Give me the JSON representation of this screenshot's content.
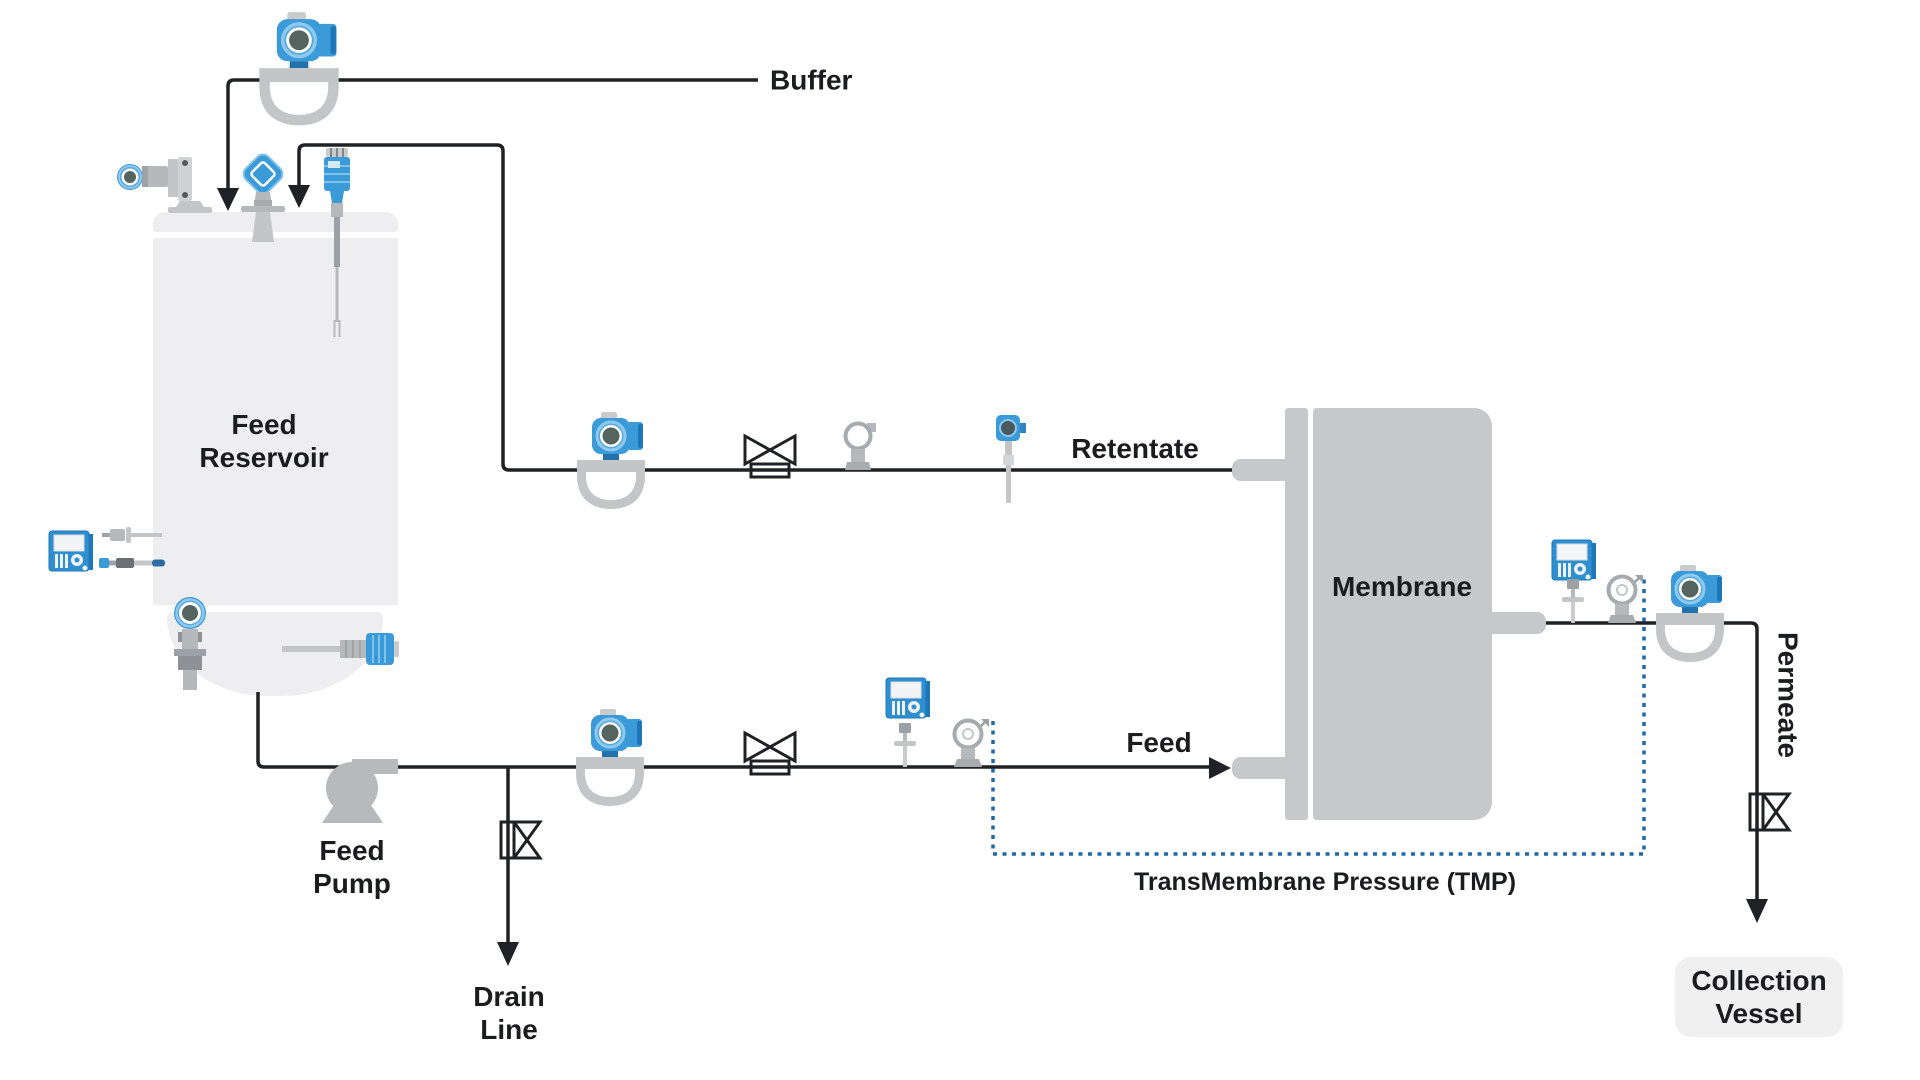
{
  "diagram": {
    "labels": {
      "buffer": "Buffer",
      "feed_reservoir": [
        "Feed",
        "Reservoir"
      ],
      "feed_pump": [
        "Feed",
        "Pump"
      ],
      "drain_line": [
        "Drain",
        "Line"
      ],
      "retentate": "Retentate",
      "feed": "Feed",
      "membrane": "Membrane",
      "permeate": "Permeate",
      "tmp": "TransMembrane Pressure (TMP)",
      "collection_vessel": [
        "Collection",
        "Vessel"
      ]
    },
    "colors": {
      "pipe_line": "#1f2124",
      "instrument_blue": "#3b9ad8",
      "instrument_blue_dark": "#1d77b8",
      "metal_gray": "#c3c5c7",
      "tank_fill": "#eeeef0",
      "membrane_fill": "#c6c8ca",
      "vessel_fill": "#f0f0f1",
      "tmp_dashed_blue": "#2068a8",
      "text": "#1b1c1e"
    },
    "icons": {
      "coriolis_flowmeter": "U-tube flow sensor with blue transmitter head",
      "diaphragm_valve": "bowtie valve symbol",
      "pressure_gauge": "round gray gauge head with arrow tap",
      "analyzer_display": "blue transmitter with screen and keypad",
      "inline_probe": "sensor probe with flange",
      "radar_level_sensor": "blue diamond head with horn antenna",
      "level_probe": "blue head with immersion rod",
      "pressure_transmitter": "blue round-head transmitter",
      "temperature_sensor": "blue head thermowell sensor",
      "ph_sensor": "horizontal electrode probe",
      "pump": "centrifugal pump silhouette",
      "flow_arrow": "black arrowhead"
    }
  }
}
